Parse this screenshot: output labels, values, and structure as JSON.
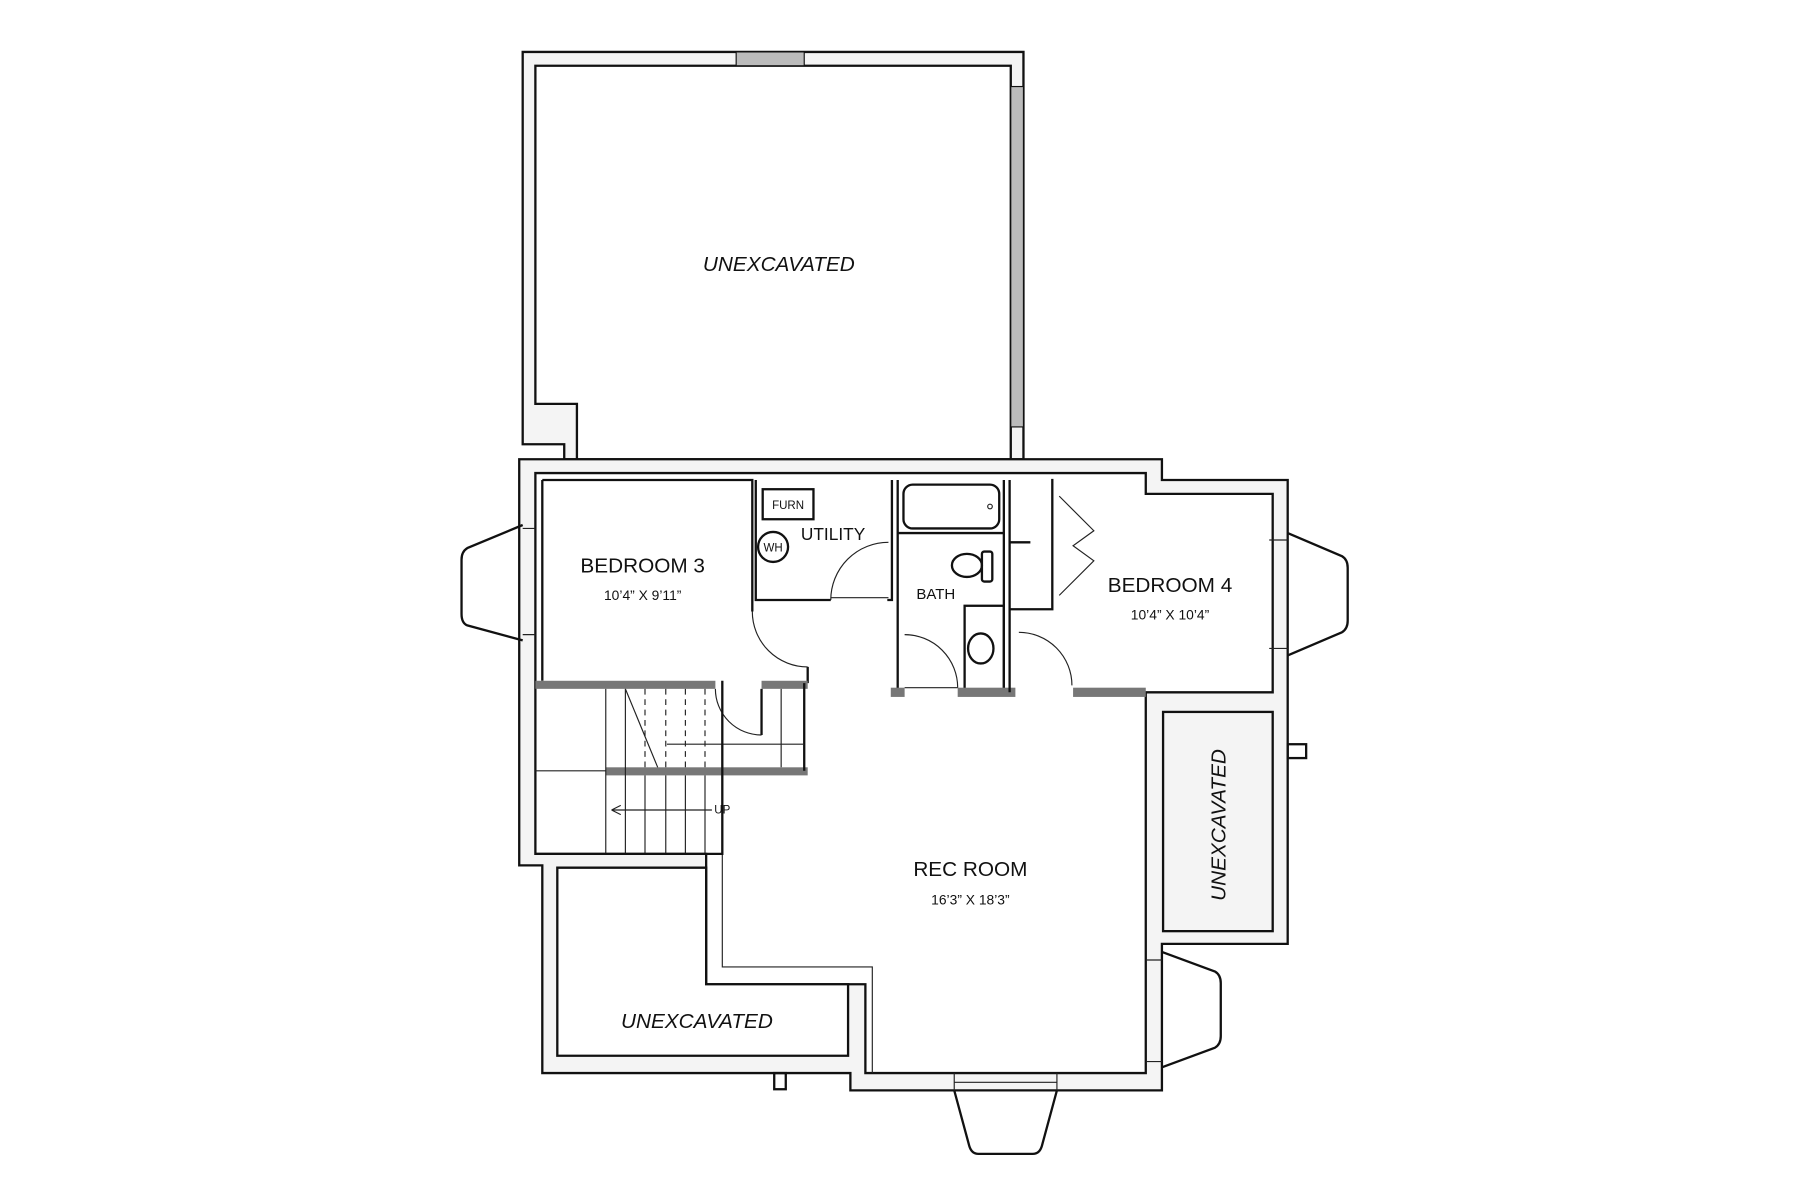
{
  "plan": {
    "rooms": {
      "bedroom3": {
        "name": "BEDROOM 3",
        "size": "10’4” X 9’11”"
      },
      "bedroom4": {
        "name": "BEDROOM 4",
        "size": "10’4” X 10’4”"
      },
      "rec_room": {
        "name": "REC ROOM",
        "size": "16’3” X 18’3”"
      },
      "utility": {
        "name": "UTILITY"
      },
      "bath": {
        "name": "BATH"
      }
    },
    "fixtures": {
      "furnace": "FURN",
      "water_heater": "WH",
      "stairs": "UP"
    },
    "unexcavated": {
      "top": "UNEXCAVATED",
      "right": "UNEXCAVATED",
      "bottom_left": "UNEXCAVATED"
    }
  }
}
